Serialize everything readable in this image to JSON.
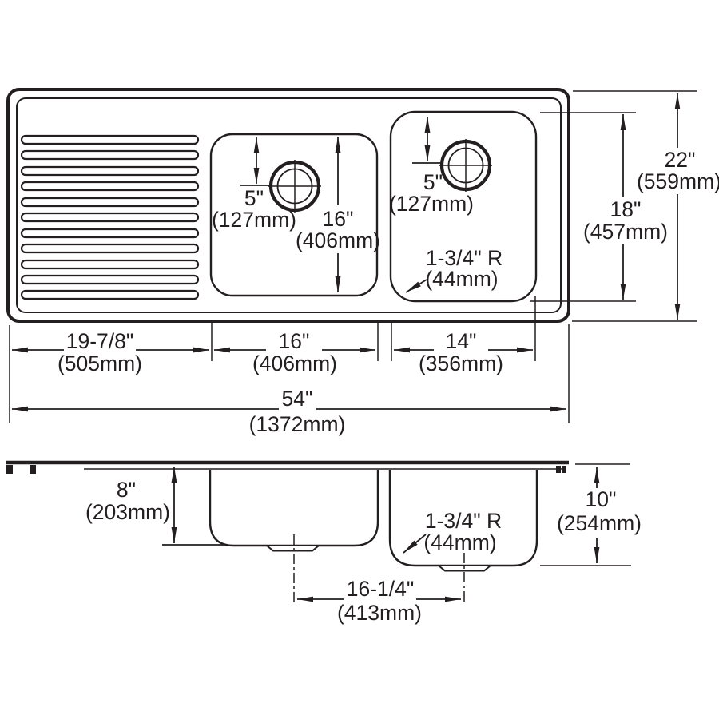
{
  "colors": {
    "line": "#231f20",
    "background": "#ffffff"
  },
  "top_view": {
    "dims": {
      "bowl1_hole_offset": {
        "in": "5\"",
        "mm": "(127mm)"
      },
      "bowl1_height": {
        "in": "16\"",
        "mm": "(406mm)"
      },
      "bowl2_hole_offset": {
        "in": "5\"",
        "mm": "(127mm)"
      },
      "bowl2_corner_radius": {
        "in": "1-3/4\" R",
        "mm": "(44mm)"
      },
      "bowl2_height": {
        "in": "18\"",
        "mm": "(457mm)"
      },
      "overall_front_to_back": {
        "in": "22\"",
        "mm": "(559mm)"
      },
      "drainboard_width": {
        "in": "19-7/8\"",
        "mm": "(505mm)"
      },
      "bowl1_width": {
        "in": "16\"",
        "mm": "(406mm)"
      },
      "bowl2_width": {
        "in": "14\"",
        "mm": "(356mm)"
      },
      "overall_length": {
        "in": "54\"",
        "mm": "(1372mm)"
      }
    }
  },
  "side_view": {
    "dims": {
      "bowl1_depth": {
        "in": "8\"",
        "mm": "(203mm)"
      },
      "bowl2_corner_radius": {
        "in": "1-3/4\" R",
        "mm": "(44mm)"
      },
      "bowl2_depth": {
        "in": "10\"",
        "mm": "(254mm)"
      },
      "drain_centerline_spacing": {
        "in": "16-1/4\"",
        "mm": "(413mm)"
      }
    }
  }
}
